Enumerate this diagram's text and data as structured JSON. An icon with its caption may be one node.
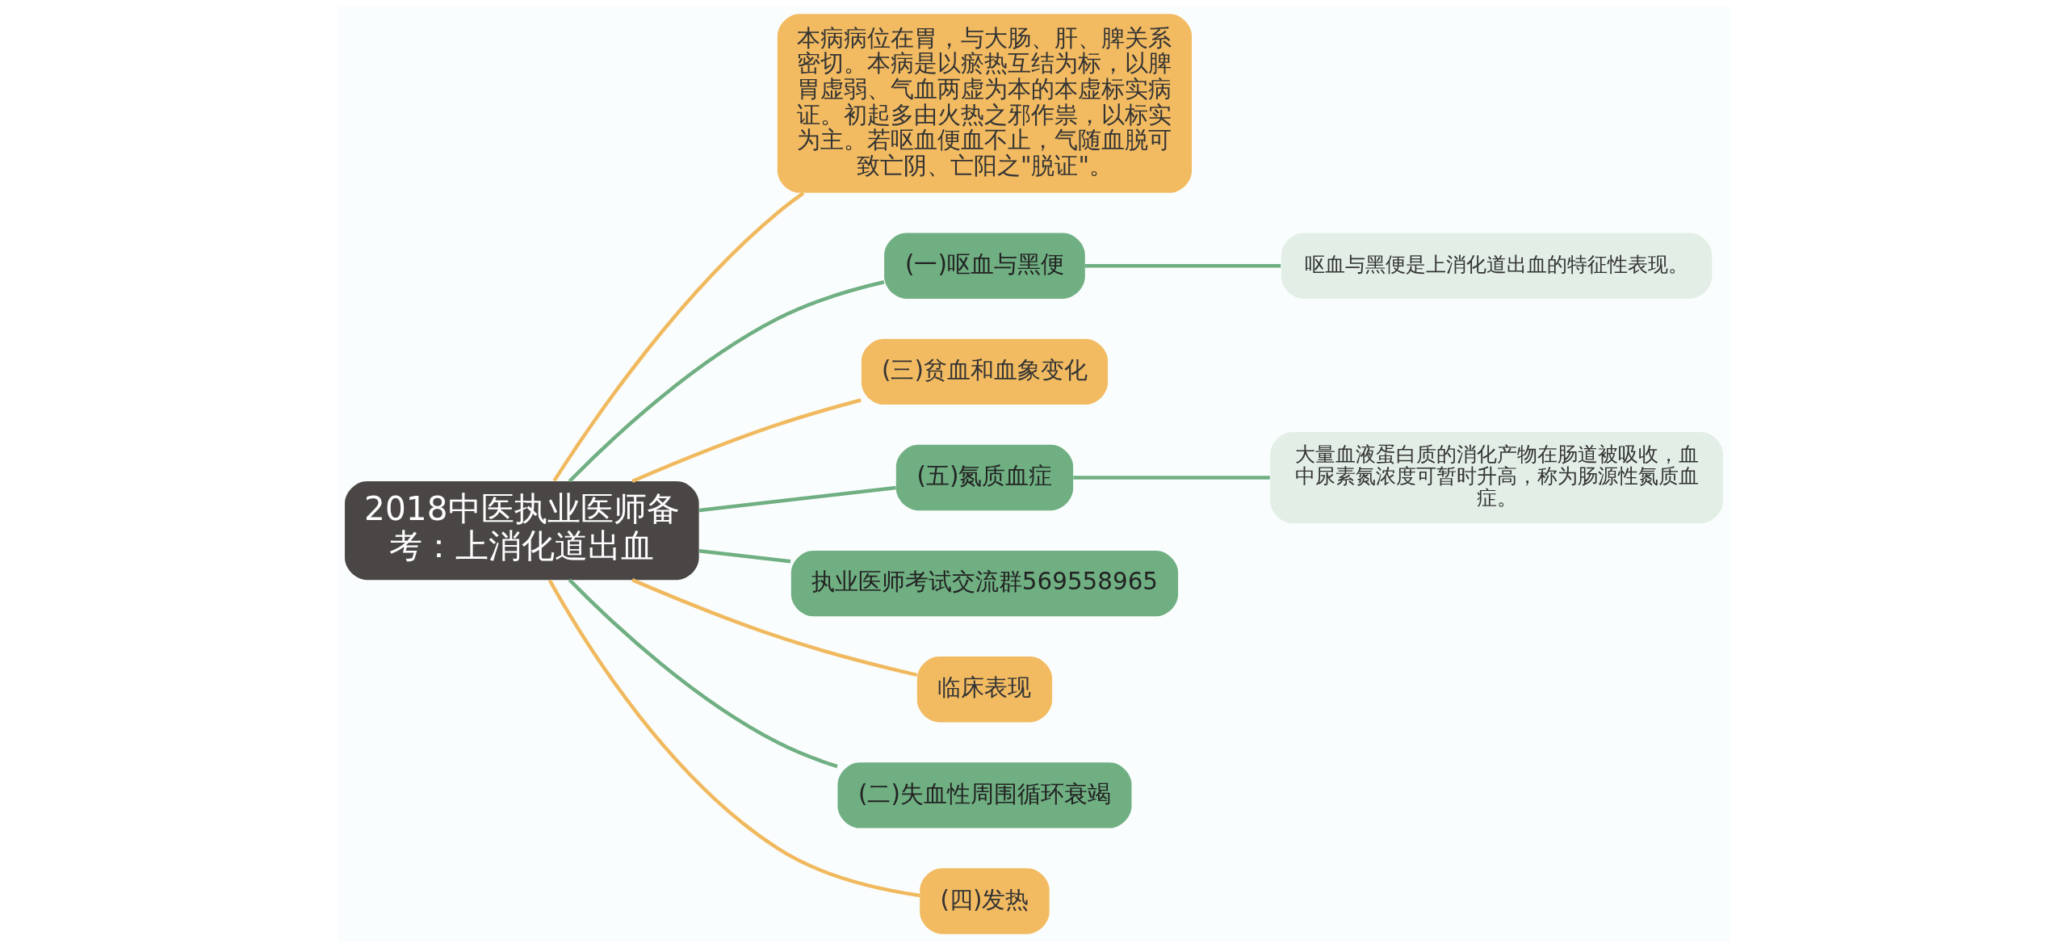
{
  "diagram": {
    "nodes": [
      {
        "text": [
          "2018中医执业医师备考：上消化道出血"
        ]
      },
      {
        "text": [
          "本病病位在胃，与大肠、肝、脾关系密切。本病是以瘀热互结为标，以脾胃虚弱、气血两虚为本的本虚标实病证。初起多由火热之邪作祟，以标实为主。若呕血便血不止，气随血脱可致亡阴、亡阳之\"脱证\"。"
        ]
      },
      {
        "text": [
          "(一)呕血与黑便"
        ]
      },
      {
        "text": [
          "呕血与黑便是上消化道出血的特征性表现。"
        ]
      },
      {
        "text": [
          "(三)贫血和血象变化"
        ]
      },
      {
        "text": [
          "(五)氮质血症"
        ]
      },
      {
        "text": [
          "大量血液蛋白质的消化产物在肠道被吸收，血中尿素氮浓度可暂时升高，称为肠源性氮质血症。"
        ]
      },
      {
        "text": [
          "执业医师考试交流群569558965"
        ]
      },
      {
        "text": [
          "临床表现"
        ]
      },
      {
        "text": [
          "(二)失血性周围循环衰竭"
        ]
      },
      {
        "text": [
          "(四)发热"
        ]
      }
    ],
    "edges": [
      {
        "from": 0,
        "to": 1,
        "arrow": "none",
        "color": "#f0b95e"
      },
      {
        "from": 0,
        "to": 2,
        "arrow": "none"
      },
      {
        "from": 2,
        "to": 3,
        "arrow": "none"
      },
      {
        "from": 0,
        "to": 4,
        "arrow": "none",
        "color": "#f0b95e"
      },
      {
        "from": 0,
        "to": 5,
        "arrow": "none"
      },
      {
        "from": 5,
        "to": 6,
        "arrow": "none"
      },
      {
        "from": 0,
        "to": 7,
        "arrow": "none"
      },
      {
        "from": 0,
        "to": 8,
        "arrow": "none",
        "color": "#f0b95e"
      },
      {
        "from": 0,
        "to": 9,
        "arrow": "none"
      },
      {
        "from": 0,
        "to": 10,
        "arrow": "none",
        "color": "#f0b95e"
      }
    ]
  }
}
